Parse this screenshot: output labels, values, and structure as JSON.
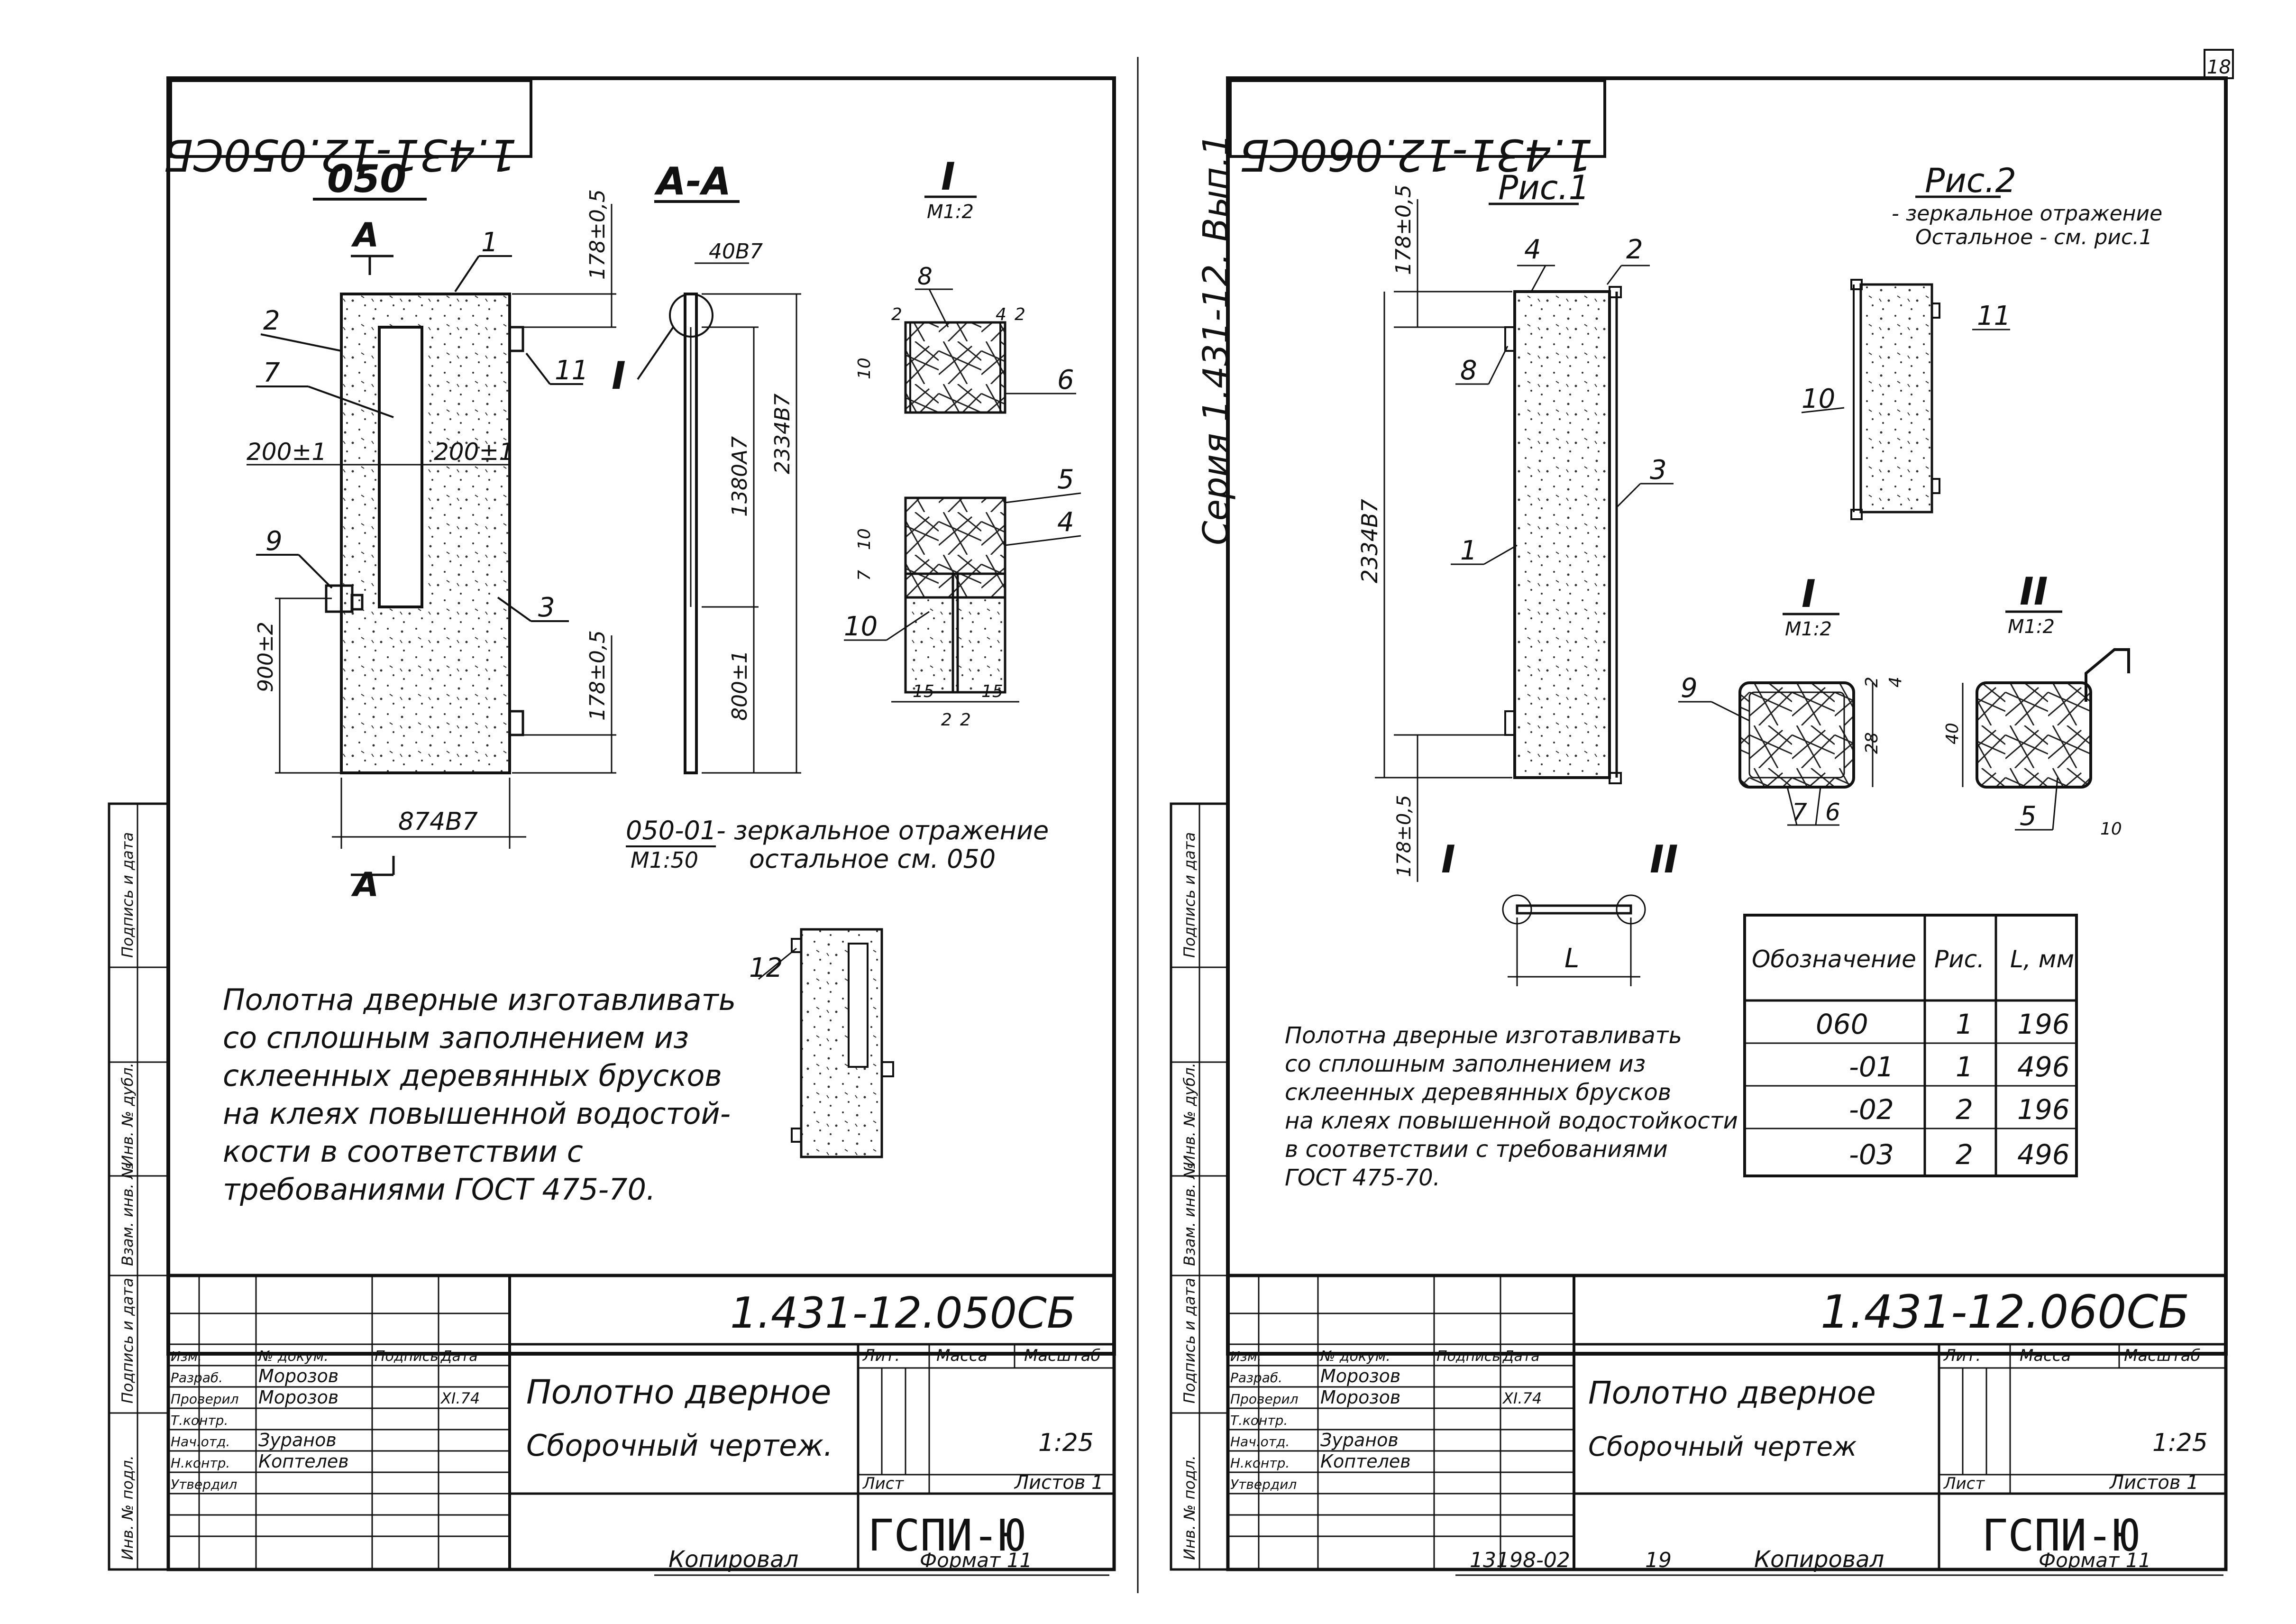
{
  "sheet_number": "18",
  "series_label": "Серия 1.431-12. Вып.1",
  "left_sheet": {
    "rotated_code": "1.431-12.050СБ",
    "view_label": "050",
    "section_label": "А-А",
    "detail_label": "I",
    "detail_scale": "М1:2",
    "section_mark": "А",
    "positions": [
      "1",
      "2",
      "3",
      "4",
      "5",
      "6",
      "7",
      "8",
      "9",
      "10",
      "11",
      "12"
    ],
    "dims": {
      "top_hinge": "178±0,5",
      "bottom_hinge": "178±0,5",
      "glass_left": "200±1",
      "glass_right": "200±1",
      "lock_height": "900±2",
      "width": "874В7",
      "thickness": "40В7",
      "glass_height": "1380А7",
      "height": "2334В7",
      "glass_bottom": "800±1",
      "d10": "10",
      "d7": "7",
      "d2": "2",
      "d4": "4",
      "d15a": "15",
      "d15b": "15"
    },
    "mirror_note_line1": "050-01- зеркальное отражение",
    "mirror_note_line2": "остальное см. 050",
    "mirror_scale": "М1:50",
    "note_lines": [
      "Полотна дверные изготавливать",
      "со сплошным заполнением из",
      "склеенных деревянных брусков",
      "на клеях повышенной водостой-",
      "кости в соответствии с",
      "требованиями ГОСТ 475-70."
    ]
  },
  "right_sheet": {
    "rotated_code": "1.431-12.060СБ",
    "fig1_label": "Рис.1",
    "fig2_label": "Рис.2",
    "fig2_note_line1": "- зеркальное отражение",
    "fig2_note_line2": "Остальное - см. рис.1",
    "detail1_label": "I",
    "detail1_scale": "М1:2",
    "detail2_label": "II",
    "detail2_scale": "М1:2",
    "plan_I": "I",
    "plan_II": "II",
    "positions": [
      "1",
      "2",
      "3",
      "4",
      "5",
      "6",
      "7",
      "8",
      "9",
      "10",
      "11"
    ],
    "dims": {
      "top_hinge": "178±0,5",
      "bottom_hinge": "178±0,5",
      "height": "2334В7",
      "plan_L": "L",
      "d2": "2",
      "d4": "4",
      "d28": "28",
      "d40": "40",
      "d10": "10"
    },
    "table": {
      "headers": [
        "Обозначение",
        "Рис.",
        "L, мм"
      ],
      "rows": [
        [
          "060",
          "1",
          "196"
        ],
        [
          "-01",
          "1",
          "496"
        ],
        [
          "-02",
          "2",
          "196"
        ],
        [
          "-03",
          "2",
          "496"
        ]
      ]
    },
    "note_lines": [
      "Полотна дверные изготавливать",
      "со сплошным заполнением из",
      "склеенных деревянных брусков",
      "на клеях повышенной водостойкости",
      "в соответствии с требованиями",
      "ГОСТ 475-70."
    ]
  },
  "title_blocks": [
    {
      "code": "1.431-12.050СБ",
      "title_line1": "Полотно дверное",
      "title_line2": "Сборочный чертеж.",
      "col_lit": "Лит.",
      "col_mass": "Масса",
      "col_scale": "Масштаб",
      "scale": "1:25",
      "sheet": "Лист",
      "sheets": "Листов 1",
      "org": "ГСПИ-Ю",
      "roles": [
        "Изм.",
        "Разраб.",
        "Проверил",
        "Т.контр.",
        "Нач.отд.",
        "Н.контр.",
        "Утвердил"
      ],
      "col_doc": "№ докум.",
      "col_sign": "Подпись",
      "col_date": "Дата",
      "names": [
        "Морозов",
        "Морозов",
        "Зуранов",
        "Коптелев"
      ],
      "date": "XI.74"
    },
    {
      "code": "1.431-12.060СБ",
      "title_line1": "Полотно дверное",
      "title_line2": "Сборочный чертеж",
      "col_lit": "Лит.",
      "col_mass": "Масса",
      "col_scale": "Масштаб",
      "scale": "1:25",
      "sheet": "Лист",
      "sheets": "Листов 1",
      "org": "ГСПИ-Ю",
      "roles": [
        "Изм.",
        "Разраб.",
        "Проверил",
        "Т.контр.",
        "Нач.отд.",
        "Н.контр.",
        "Утвердил"
      ],
      "col_doc": "№ докум.",
      "col_sign": "Подпись",
      "col_date": "Дата",
      "names": [
        "Морозов",
        "Морозов",
        "Зуранов",
        "Коптелев"
      ],
      "date": "XI.74"
    }
  ],
  "side_strip": [
    "Инв. № подл.",
    "Подпись и дата",
    "Взам. инв. №",
    "Инв. № дубл.",
    "Подпись и дата"
  ],
  "footer_left": {
    "copied": "Копировал",
    "format": "Формат 11"
  },
  "footer_right": {
    "order": "13198-02",
    "page": "19",
    "copied": "Копировал",
    "format": "Формат 11"
  }
}
